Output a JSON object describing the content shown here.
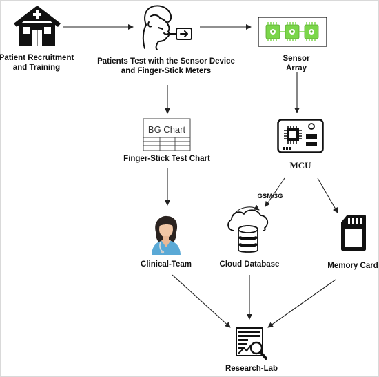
{
  "nodes": {
    "patient_recruitment": {
      "line1": "Patient Recruitment",
      "line2": "and Training",
      "icon": "hospital-icon"
    },
    "patients_test": {
      "line1": "Patients Test with the Sensor Device",
      "line2": "and Finger-Stick Meters",
      "icon": "patient-breath-test-icon"
    },
    "sensor_array": {
      "line1": "Sensor",
      "line2": "Array",
      "icon": "sensor-array-icon"
    },
    "bg_chart": {
      "chart_title": "BG Chart",
      "label": "Finger-Stick Test Chart",
      "icon": "bg-chart-icon"
    },
    "mcu": {
      "label": "MCU",
      "icon": "microcontroller-board-icon"
    },
    "clinical_team": {
      "label": "Clinical-Team",
      "icon": "nurse-icon"
    },
    "cloud_database": {
      "label": "Cloud Database",
      "icon": "cloud-database-icon"
    },
    "memory_card": {
      "label": "Memory Card",
      "icon": "sd-card-icon"
    },
    "research_lab": {
      "label": "Research-Lab",
      "icon": "research-analysis-icon"
    }
  },
  "edges": {
    "gsm_label": "GSM/3G"
  },
  "colors": {
    "sensor_green": "#7bd64a",
    "sensor_border": "#000000",
    "nurse_scrubs": "#5aa9d6",
    "arrow": "#222222"
  }
}
